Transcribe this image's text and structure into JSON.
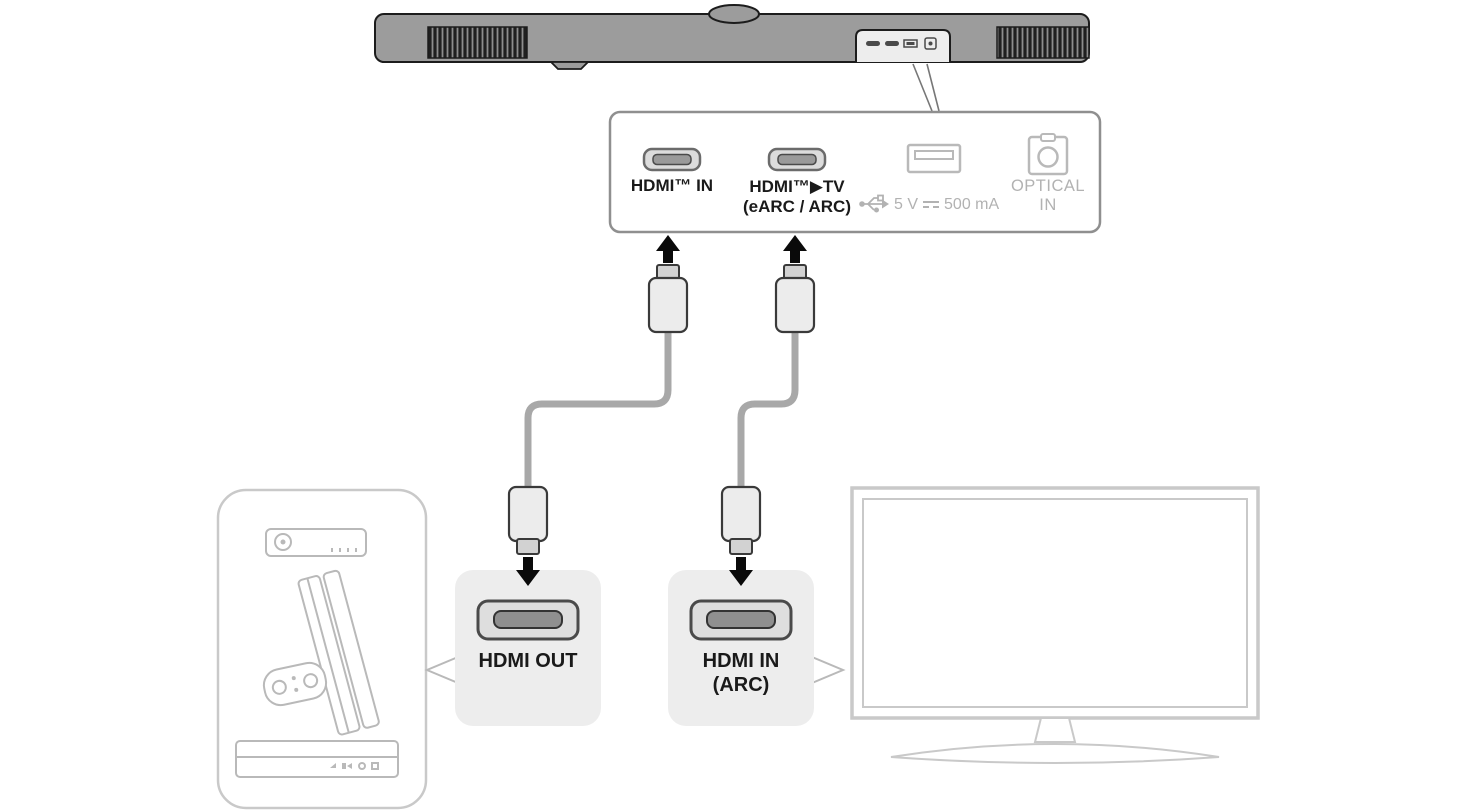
{
  "panel": {
    "hdmi_in": {
      "label": "HDMI™ IN"
    },
    "hdmi_arc": {
      "line1": "HDMI™▶TV",
      "line2": "(eARC / ARC)"
    },
    "usb": {
      "volts": "5 V",
      "current": "500 mA"
    },
    "optical": {
      "line1": "OPTICAL",
      "line2": "IN"
    }
  },
  "callouts": {
    "hdmi_out": {
      "label": "HDMI OUT"
    },
    "hdmi_in_arc": {
      "line1": "HDMI IN",
      "line2": "(ARC)"
    }
  },
  "icons": {
    "soundbar": "soundbar rear view",
    "hdmi_port": "hdmi-port-icon",
    "usb_port": "usb-port-icon",
    "optical_port": "optical-port-icon",
    "usb_trident": "usb-trident-icon",
    "dc_symbol": "dc-symbol-icon",
    "hdmi_plug": "hdmi-plug-icon",
    "arrow": "connection-arrow-icon",
    "tv": "tv-icon",
    "set_top_box": "set-top-box-icon",
    "game_console": "game-console-icon",
    "disc_player": "disc-player-icon"
  },
  "colors": {
    "label_active": "#1a1a1a",
    "label_inactive": "#b2b2b2",
    "cable": "#a8a8a8",
    "soundbar_body": "#9c9c9c",
    "device_outline": "#c9c9c9",
    "box_fill": "#ededed"
  }
}
